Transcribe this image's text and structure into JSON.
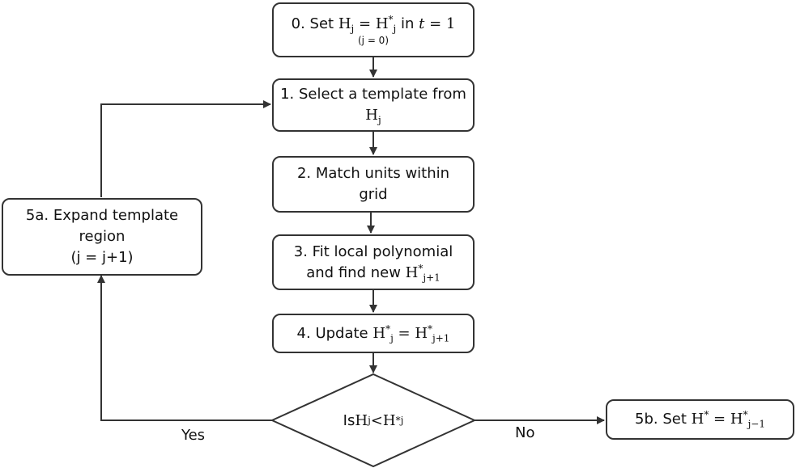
{
  "steps": {
    "s0": {
      "prefix": "0. Set ",
      "h": "H",
      "h_sub": "j",
      "eq": " = ",
      "hs": "H",
      "hs_sub": "j",
      "hs_sup": "*",
      "in": " in ",
      "t": "t",
      "eq2": " = 1",
      "note": "(j = 0)"
    },
    "s1": {
      "line1": "1. Select a template from",
      "h": "H",
      "h_sub": "j"
    },
    "s2": {
      "line1": "2. Match units within",
      "line2": "grid"
    },
    "s3": {
      "line1": "3. Fit local polynomial",
      "line2": "and find new ",
      "h": "H",
      "h_sub": "j+1",
      "h_sup": "*"
    },
    "s4": {
      "prefix": "4. Update ",
      "a": "H",
      "a_sub": "j",
      "a_sup": "*",
      "eq": " = ",
      "b": "H",
      "b_sub": "j+1",
      "b_sup": "*"
    },
    "s5a": {
      "line1": "5a. Expand template",
      "line2": "region",
      "line3": "(j = j+1)"
    },
    "s5b": {
      "prefix": "5b. Set ",
      "a": "H",
      "a_sup": "*",
      "eq": " = ",
      "b": "H",
      "b_sub": "j−1",
      "b_sup": "*"
    }
  },
  "decision": {
    "prefix": "Is ",
    "a": "H",
    "a_sub": "j",
    "op": " < ",
    "b": "H",
    "b_sub": "j",
    "b_sup": "*"
  },
  "edge_labels": {
    "yes": "Yes",
    "no": "No"
  },
  "colors": {
    "stroke": "#333333",
    "text": "#111111",
    "background": "#ffffff"
  }
}
